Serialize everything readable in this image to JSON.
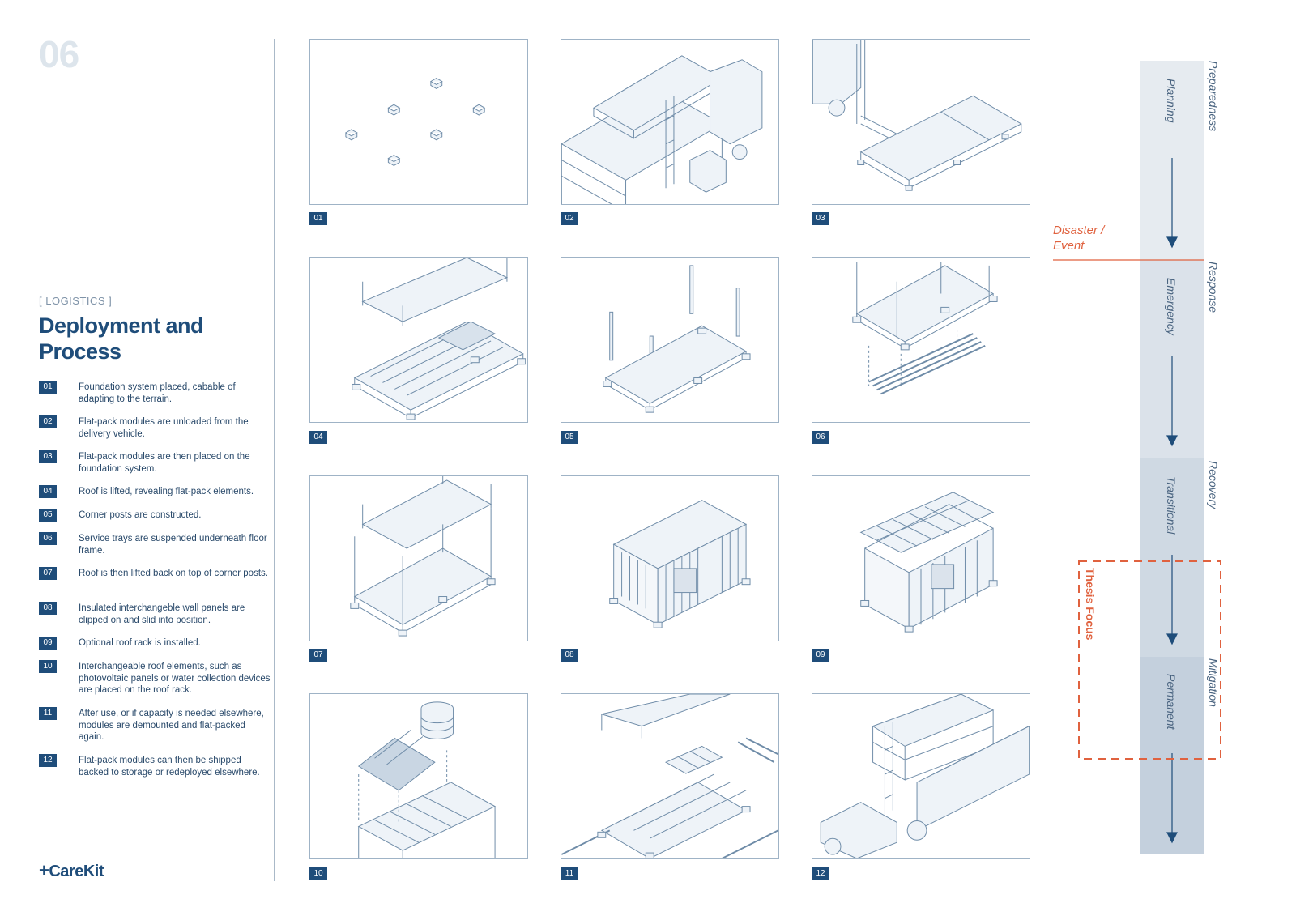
{
  "page_number": "06",
  "section_tag": "[ LOGISTICS ]",
  "title": "Deployment and Process",
  "steps": [
    {
      "num": "01",
      "text": "Foundation system placed, cabable of adapting to the terrain."
    },
    {
      "num": "02",
      "text": "Flat-pack modules are unloaded from the delivery vehicle."
    },
    {
      "num": "03",
      "text": "Flat-pack modules are then placed on the foundation system."
    },
    {
      "num": "04",
      "text": "Roof is lifted, revealing flat-pack elements."
    },
    {
      "num": "05",
      "text": "Corner posts are constructed."
    },
    {
      "num": "06",
      "text": "Service trays are suspended underneath floor frame."
    },
    {
      "num": "07",
      "text": "Roof is then lifted back on top of corner posts."
    },
    {
      "num": "08",
      "text": "Insulated interchangeble wall panels are clipped on and slid into position."
    },
    {
      "num": "09",
      "text": "Optional roof rack is installed."
    },
    {
      "num": "10",
      "text": "Interchangeable roof elements, such as photovoltaic panels or water collection devices are placed on the roof rack."
    },
    {
      "num": "11",
      "text": "After use, or if capacity is needed elsewhere, modules are demounted and flat-packed again."
    },
    {
      "num": "12",
      "text": "Flat-pack modules can then be shipped backed to storage or redeployed elsewhere."
    }
  ],
  "panels": [
    {
      "num": "01",
      "illustration": "foundation-pads"
    },
    {
      "num": "02",
      "illustration": "truck-unloading"
    },
    {
      "num": "03",
      "illustration": "forklift-placing-module"
    },
    {
      "num": "04",
      "illustration": "roof-lifted"
    },
    {
      "num": "05",
      "illustration": "corner-posts"
    },
    {
      "num": "06",
      "illustration": "service-trays"
    },
    {
      "num": "07",
      "illustration": "roof-lifted-back"
    },
    {
      "num": "08",
      "illustration": "wall-panels"
    },
    {
      "num": "09",
      "illustration": "roof-rack"
    },
    {
      "num": "10",
      "illustration": "roof-elements"
    },
    {
      "num": "11",
      "illustration": "demounting"
    },
    {
      "num": "12",
      "illustration": "shipping"
    }
  ],
  "logo": {
    "plus": "+",
    "text": "CareKit"
  },
  "timeline": {
    "phases": [
      "Preparedness",
      "Response",
      "Recovery",
      "Mitigation"
    ],
    "stages": [
      "Planning",
      "Emergency",
      "Transitional",
      "Permanent"
    ],
    "event_label": [
      "Disaster /",
      "Event"
    ],
    "highlight_label": "Thesis Focus"
  },
  "colors": {
    "primary": "#1f4d7a",
    "line_art": "#6f8ca8",
    "fill_light": "#eef3f8",
    "accent": "#e0623f",
    "band_1": "#e6ebf0",
    "band_2": "#dbe2ea",
    "band_3": "#cfd9e3",
    "band_4": "#c4d0dd"
  }
}
